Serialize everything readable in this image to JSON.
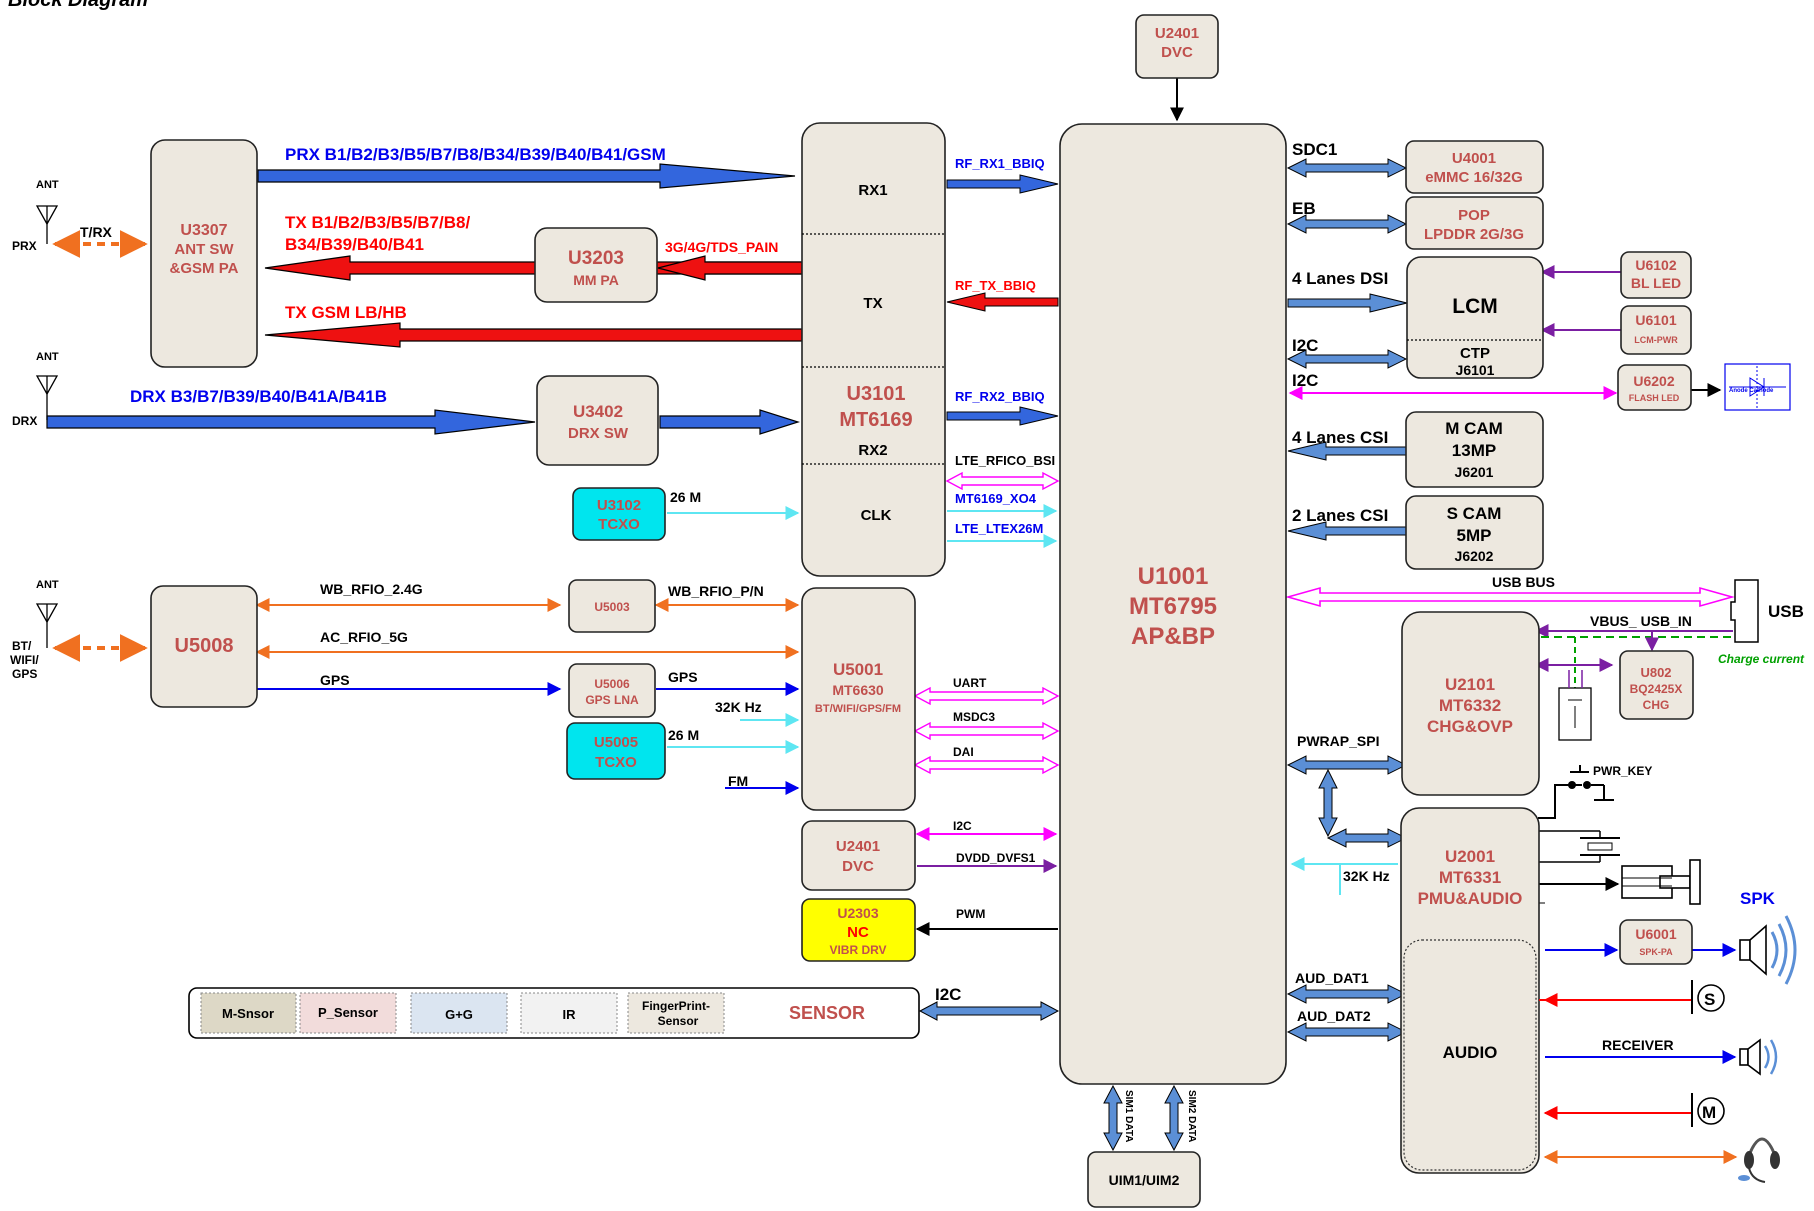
{
  "title": "Block Diagram",
  "chips": {
    "u2401_top": [
      "U2401",
      "DVC"
    ],
    "u1001": [
      "U1001",
      "MT6795",
      "AP&BP"
    ],
    "u3101": [
      "U3101",
      "MT6169"
    ],
    "u3101_sections": [
      "RX1",
      "TX",
      "RX2",
      "CLK"
    ],
    "u3307": [
      "U3307",
      "ANT SW",
      "&GSM  PA"
    ],
    "u3203": [
      "U3203",
      "MM PA"
    ],
    "u3402": [
      "U3402",
      "DRX SW"
    ],
    "u3102": [
      "U3102",
      "TCXO"
    ],
    "u5008": [
      "U5008"
    ],
    "u5003": [
      "U5003"
    ],
    "u5006": [
      "U5006",
      "GPS LNA"
    ],
    "u5005": [
      "U5005",
      "TCXO"
    ],
    "u5001": [
      "U5001",
      "MT6630",
      "BT/WIFI/GPS/FM"
    ],
    "u2401_mid": [
      "U2401",
      "DVC"
    ],
    "u2303": [
      "U2303",
      "NC",
      "VIBR DRV"
    ],
    "u4001": [
      "U4001",
      "eMMC 16/32G"
    ],
    "pop": [
      "POP",
      "LPDDR 2G/3G"
    ],
    "lcm": [
      "LCM",
      "CTP",
      "J6101"
    ],
    "u6102": [
      "U6102",
      "BL LED"
    ],
    "u6101": [
      "U6101",
      "LCM-PWR"
    ],
    "u6202": [
      "U6202",
      "FLASH LED"
    ],
    "mcam": [
      "M CAM",
      "13MP",
      "J6201"
    ],
    "scam": [
      "S CAM",
      "5MP",
      "J6202"
    ],
    "u2101": [
      "U2101",
      "MT6332",
      "CHG&OVP"
    ],
    "u802": [
      "U802",
      "BQ2425X",
      "CHG"
    ],
    "u2001": [
      "U2001",
      "MT6331",
      "PMU&AUDIO"
    ],
    "audio": [
      "AUDIO"
    ],
    "u6001": [
      "U6001",
      "SPK-PA"
    ],
    "uim": [
      "UIM1/UIM2"
    ]
  },
  "sensors": [
    "M-Snsor",
    "P_Sensor",
    "G+G",
    "IR",
    "FingerPrint-",
    "Sensor",
    "SENSOR"
  ],
  "signals": {
    "prx": "PRX B1/B2/B3/B5/B7/B8/B34/B39/B40/B41/GSM",
    "tx1": "TX B1/B2/B3/B5/B7/B8/",
    "tx2": "B34/B39/B40/B41",
    "tx_gsm": "TX GSM LB/HB",
    "drx": "DRX B3/B7/B39/B40/B41A/B41B",
    "tds": "3G/4G/TDS_PAIN",
    "rf_rx1": "RF_RX1_BBIQ",
    "rf_tx": "RF_TX_BBIQ",
    "rf_rx2": "RF_RX2_BBIQ",
    "lte_bsi": "LTE_RFICO_BSI",
    "xo4": "MT6169_XO4",
    "ltex": "LTE_LTEX26M",
    "m26a": "26 M",
    "wb24": "WB_RFIO_2.4G",
    "wbpn": "WB_RFIO_P/N",
    "ac5g": "AC_RFIO_5G",
    "gps1": "GPS",
    "gps2": "GPS",
    "k32a": "32K Hz",
    "m26b": "26 M",
    "fm": "FM",
    "uart": "UART",
    "msdc3": "MSDC3",
    "dai": "DAI",
    "i2c_dvc": "I2C",
    "dvdd": "DVDD_DVFS1",
    "pwm": "PWM",
    "i2c_sensor": "I2C",
    "sdc1": "SDC1",
    "eb": "EB",
    "dsi": "4 Lanes DSI",
    "i2c1": "I2C",
    "i2c2": "I2C",
    "csi4": "4 Lanes CSI",
    "csi2": "2 Lanes CSI",
    "usbbus": "USB BUS",
    "usb": "USB",
    "vbus": "VBUS_ USB_IN",
    "charge": "Charge current",
    "pwrap": "PWRAP_SPI",
    "pwrkey": "PWR_KEY",
    "k32b": "32K Hz",
    "aud1": "AUD_DAT1",
    "aud2": "AUD_DAT2",
    "spk": "SPK",
    "receiver": "RECEIVER",
    "sim1": "SIM1 DATA",
    "sim2": "SIM2 DATA",
    "ant_prx": "ANT",
    "ant_drx": "ANT",
    "ant_bt": "ANT",
    "prx_lbl": "PRX",
    "trx": "T/RX",
    "drx_lbl": "DRX",
    "bt1": "BT/",
    "bt2": "WIFI/",
    "bt3": "GPS",
    "s_icon": "S",
    "m_icon": "M",
    "flash_icon": "Anode Cathode"
  }
}
